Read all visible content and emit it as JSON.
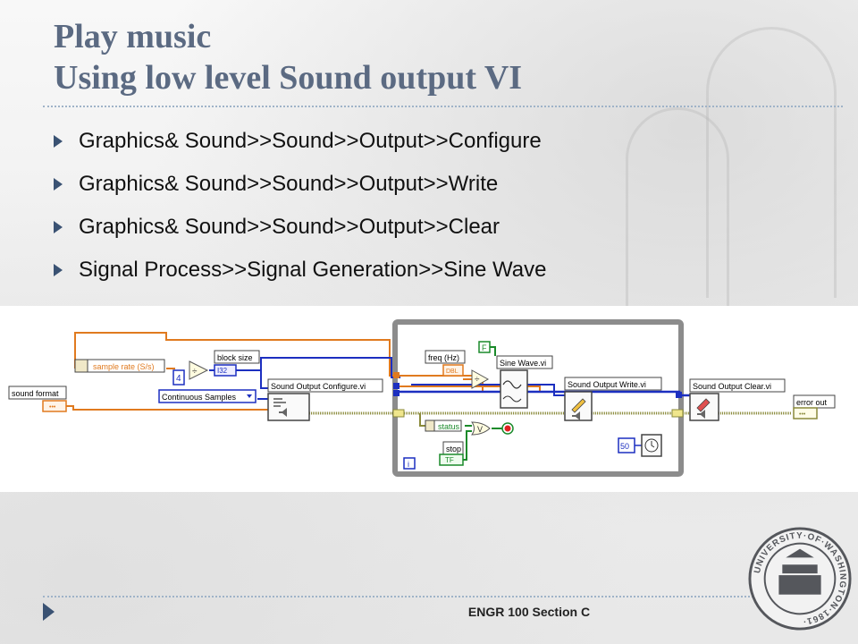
{
  "slide": {
    "title_line1": "Play music",
    "title_line2": "Using low level Sound output VI",
    "bullets": [
      "Graphics& Sound>>Sound>>Output>>Configure",
      "Graphics& Sound>>Sound>>Output>>Write",
      "Graphics& Sound>>Sound>>Output>>Clear",
      "Signal Process>>Signal Generation>>Sine Wave"
    ],
    "footer": "ENGR 100 Section C"
  },
  "diagram": {
    "sound_format": "sound format",
    "sound_format_type": "•••",
    "sample_rate": "sample rate (S/s)",
    "block_size": "block size",
    "block_size_type": "I32",
    "constant_4": "4",
    "divide_symbol": "÷",
    "continuous_samples": "Continuous Samples",
    "configure_vi": "Sound Output Configure.vi",
    "freq": "freq (Hz)",
    "freq_type": "DBL",
    "false_const": "F",
    "sine_wave_vi": "Sine Wave.vi",
    "write_vi": "Sound Output Write.vi",
    "clear_vi": "Sound Output Clear.vi",
    "error_out": "error out",
    "error_out_type": "•••",
    "status": "status",
    "stop": "stop",
    "stop_type": "TF",
    "or_symbol": "V",
    "wait_constant": "50",
    "iteration": "i"
  },
  "colors": {
    "title": "#5b6a82",
    "bullet_arrow": "#3a5273",
    "wire_orange": "#e07a1f",
    "wire_blue": "#1c2fc0",
    "wire_cluster": "#8a8a3a",
    "wire_green": "#1a8a2a",
    "loop_frame": "#8c8c8c",
    "seal": "#55575c"
  }
}
